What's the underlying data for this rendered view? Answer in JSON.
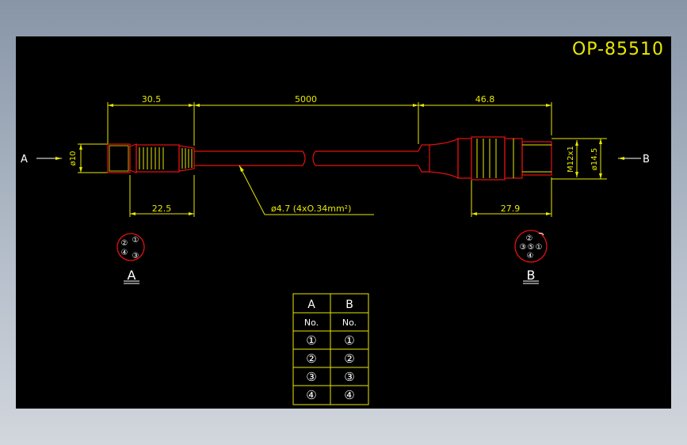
{
  "drawing": {
    "part_number": "OP-85510",
    "dims": {
      "left_length": "30.5",
      "cable_length": "5000",
      "right_length": "46.8",
      "left_body": "22.5",
      "right_body": "27.9",
      "left_diameter": "ø10",
      "thread": "M12x1",
      "right_diameter": "ø14.5",
      "cable_spec": "ø4.7 (4xO.34mm²)"
    },
    "end_labels": {
      "left": "A",
      "right": "B"
    },
    "pin_views": {
      "a": {
        "label": "A",
        "pins": [
          "②",
          "①",
          "④",
          "③"
        ]
      },
      "b": {
        "label": "B",
        "pins": [
          "②",
          "③",
          "⑤",
          "①",
          "④"
        ]
      }
    },
    "table": {
      "headers": [
        "A",
        "B"
      ],
      "subheaders": [
        "No.",
        "No."
      ],
      "rows": [
        [
          "①",
          "①"
        ],
        [
          "②",
          "②"
        ],
        [
          "③",
          "③"
        ],
        [
          "④",
          "④"
        ]
      ]
    }
  },
  "colors": {
    "background": "#000000",
    "dimension": "#e8e800",
    "outline": "#e61010",
    "label": "#ffffff"
  }
}
